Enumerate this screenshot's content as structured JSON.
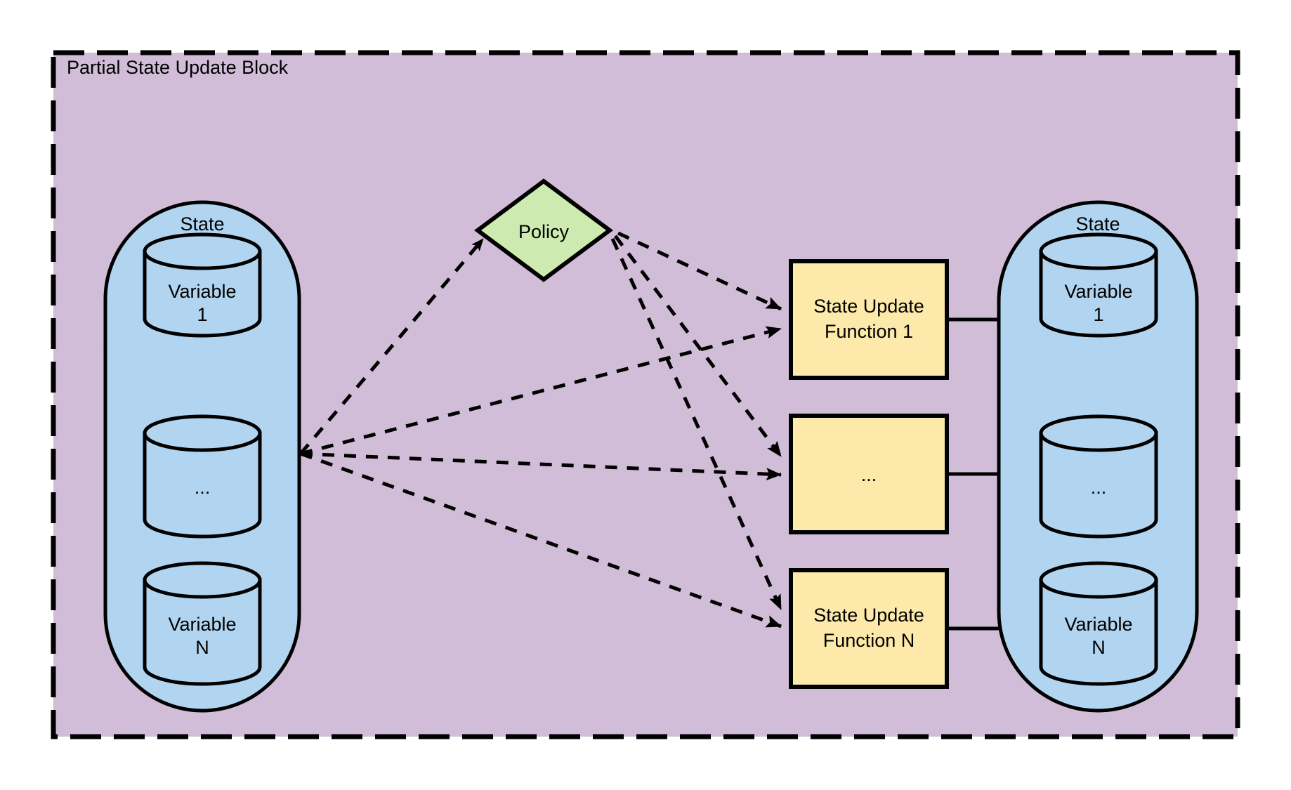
{
  "diagram": {
    "title": "Partial State Update Block",
    "colors": {
      "block_background": "#d1bdd7",
      "block_border": "#000000",
      "state_fill": "#b1d5f0",
      "state_border": "#000000",
      "policy_fill": "#cdebb0",
      "policy_border": "#000000",
      "function_fill": "#fde9a9",
      "function_border": "#000000",
      "edge": "#000000",
      "page_background": "#ffffff"
    },
    "input_state": {
      "label": "State",
      "variables": [
        {
          "line1": "Variable",
          "line2": "1"
        },
        {
          "line1": "...",
          "line2": ""
        },
        {
          "line1": "Variable",
          "line2": "N"
        }
      ]
    },
    "policy": {
      "label": "Policy"
    },
    "functions": [
      {
        "line1": "State Update",
        "line2": "Function 1"
      },
      {
        "line1": "...",
        "line2": ""
      },
      {
        "line1": "State Update",
        "line2": "Function N"
      }
    ],
    "output_state": {
      "label": "State",
      "variables": [
        {
          "line1": "Variable",
          "line2": "1"
        },
        {
          "line1": "...",
          "line2": ""
        },
        {
          "line1": "Variable",
          "line2": "N"
        }
      ]
    },
    "edges": [
      {
        "from": "input-state",
        "to": "policy",
        "style": "dashed"
      },
      {
        "from": "input-state",
        "to": "state-update-function-1",
        "style": "dashed"
      },
      {
        "from": "input-state",
        "to": "state-update-function-ellipsis",
        "style": "dashed"
      },
      {
        "from": "input-state",
        "to": "state-update-function-n",
        "style": "dashed"
      },
      {
        "from": "policy",
        "to": "state-update-function-1",
        "style": "dashed"
      },
      {
        "from": "policy",
        "to": "state-update-function-ellipsis",
        "style": "dashed"
      },
      {
        "from": "policy",
        "to": "state-update-function-n",
        "style": "dashed"
      },
      {
        "from": "state-update-function-1",
        "to": "output-variable-1",
        "style": "solid"
      },
      {
        "from": "state-update-function-ellipsis",
        "to": "output-variable-ellipsis",
        "style": "solid"
      },
      {
        "from": "state-update-function-n",
        "to": "output-variable-n",
        "style": "solid"
      }
    ]
  }
}
